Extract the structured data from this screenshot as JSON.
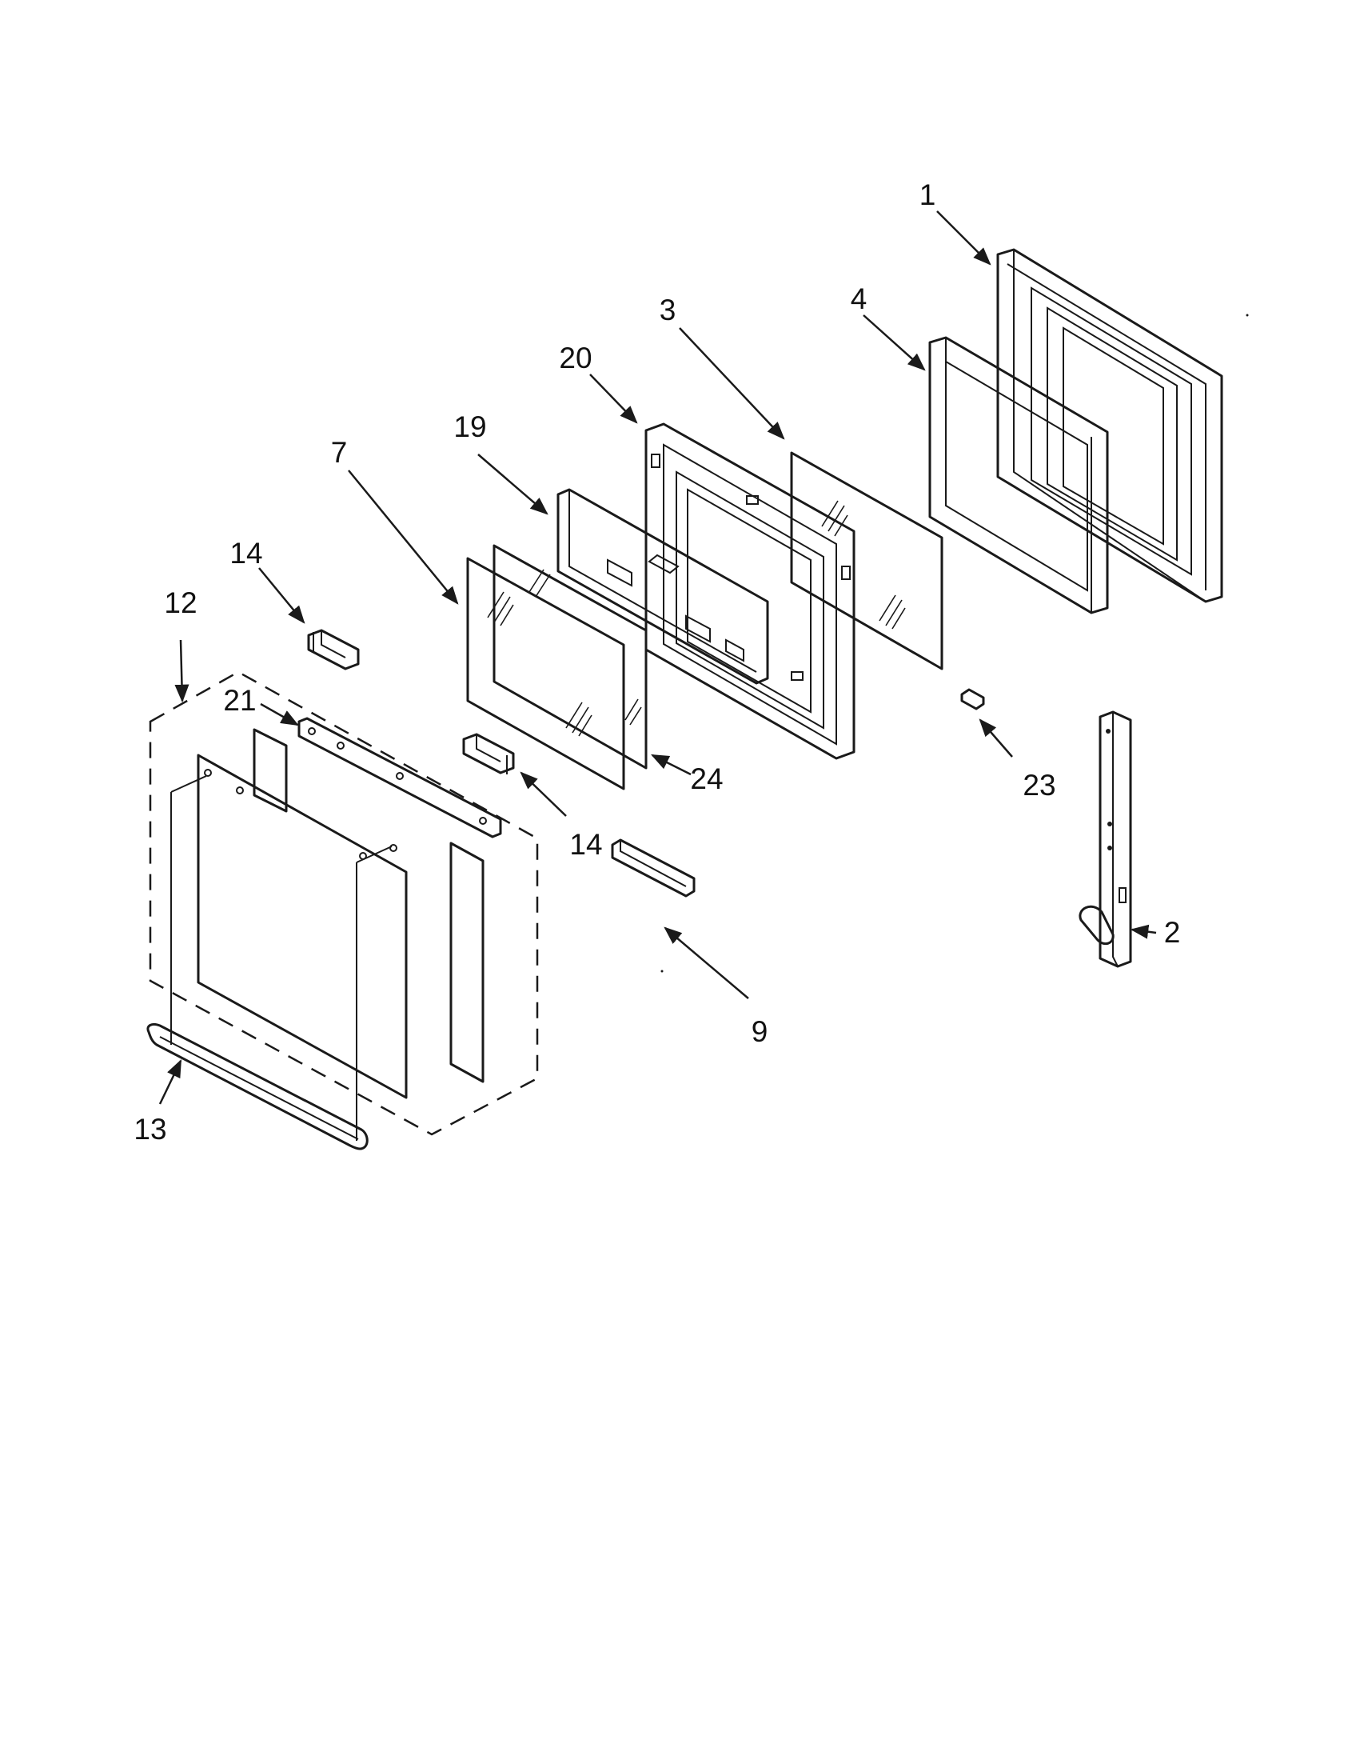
{
  "callouts": [
    {
      "id": "1",
      "text": "1"
    },
    {
      "id": "2",
      "text": "2"
    },
    {
      "id": "3",
      "text": "3"
    },
    {
      "id": "4",
      "text": "4"
    },
    {
      "id": "7",
      "text": "7"
    },
    {
      "id": "9",
      "text": "9"
    },
    {
      "id": "12",
      "text": "12"
    },
    {
      "id": "13",
      "text": "13"
    },
    {
      "id": "14a",
      "text": "14"
    },
    {
      "id": "14b",
      "text": "14"
    },
    {
      "id": "19",
      "text": "19"
    },
    {
      "id": "20",
      "text": "20"
    },
    {
      "id": "21",
      "text": "21"
    },
    {
      "id": "23",
      "text": "23"
    },
    {
      "id": "24",
      "text": "24"
    }
  ]
}
